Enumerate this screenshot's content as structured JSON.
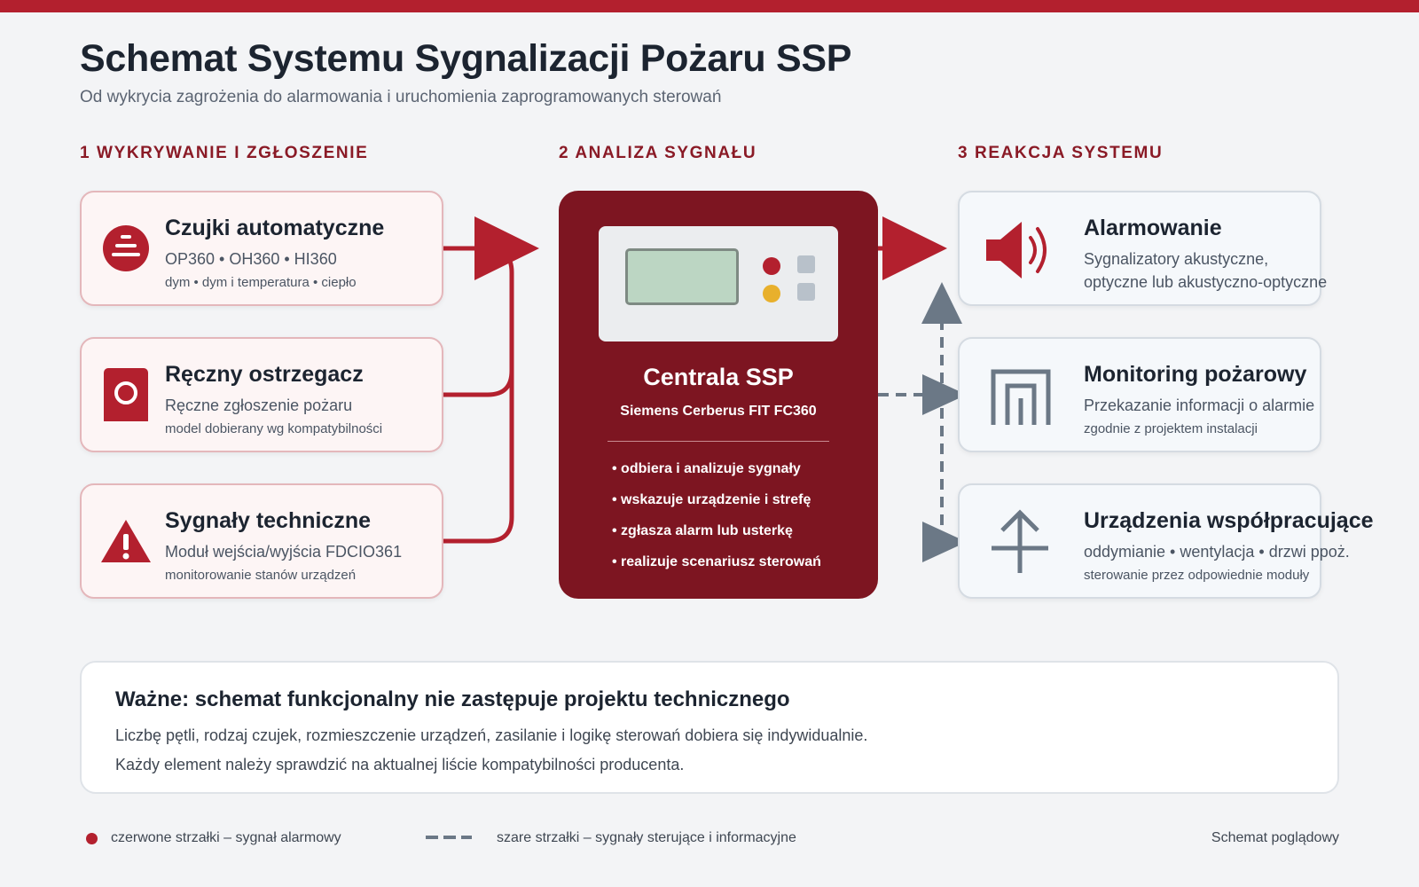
{
  "header": {
    "title": "Schemat Systemu Sygnalizacji Pożaru SSP",
    "subtitle": "Od wykrycia zagrożenia do alarmowania i uruchomienia zaprogramowanych sterowań"
  },
  "sections": {
    "detect": "1 WYKRYWANIE I ZGŁOSZENIE",
    "analyze": "2 ANALIZA SYGNAŁU",
    "react": "3 REAKCJA SYSTEMU"
  },
  "inputs": [
    {
      "title": "Czujki automatyczne",
      "line1": "OP360 • OH360 • HI360",
      "line2": "dym • dym i temperatura • ciepło",
      "icon": "detector-icon"
    },
    {
      "title": "Ręczny ostrzegacz",
      "line1": "Ręczne zgłoszenie pożaru",
      "line2": "model dobierany wg kompatybilności",
      "icon": "manual-call-point-icon"
    },
    {
      "title": "Sygnały techniczne",
      "line1": "Moduł wejścia/wyjścia FDCIO361",
      "line2": "monitorowanie stanów urządzeń",
      "icon": "warning-icon"
    }
  ],
  "central": {
    "title": "Centrala SSP",
    "model": "Siemens Cerberus FIT FC360",
    "bullets": [
      "• odbiera i analizuje sygnały",
      "• wskazuje urządzenie i strefę",
      "• zgłasza alarm lub usterkę",
      "• realizuje scenariusz sterowań"
    ]
  },
  "outputs": [
    {
      "title": "Alarmowanie",
      "line1": "Sygnalizatory akustyczne,",
      "line2": "optyczne lub akustyczno-optyczne",
      "icon": "speaker-icon"
    },
    {
      "title": "Monitoring pożarowy",
      "line1": "Przekazanie informacji o alarmie",
      "line2": "zgodnie z projektem instalacji",
      "icon": "building-icon"
    },
    {
      "title": "Urządzenia współpracujące",
      "line1": "oddymianie • wentylacja • drzwi ppoż.",
      "line2": "sterowanie przez odpowiednie moduły",
      "icon": "antenna-icon"
    }
  ],
  "note": {
    "title": "Ważne: schemat funkcjonalny nie zastępuje projektu technicznego",
    "line1": "Liczbę pętli, rodzaj czujek, rozmieszczenie urządzeń, zasilanie i logikę sterowań dobiera się indywidualnie.",
    "line2": "Każdy element należy sprawdzić na aktualnej liście kompatybilności producenta."
  },
  "legend": {
    "red": "czerwone strzałki – sygnał alarmowy",
    "gray": "szare strzałki – sygnały sterujące i informacyjne",
    "footer": "Schemat poglądowy"
  },
  "colors": {
    "accent_red": "#b3202e",
    "dark_red": "#7d1521",
    "gray_arrow": "#6b7886"
  }
}
